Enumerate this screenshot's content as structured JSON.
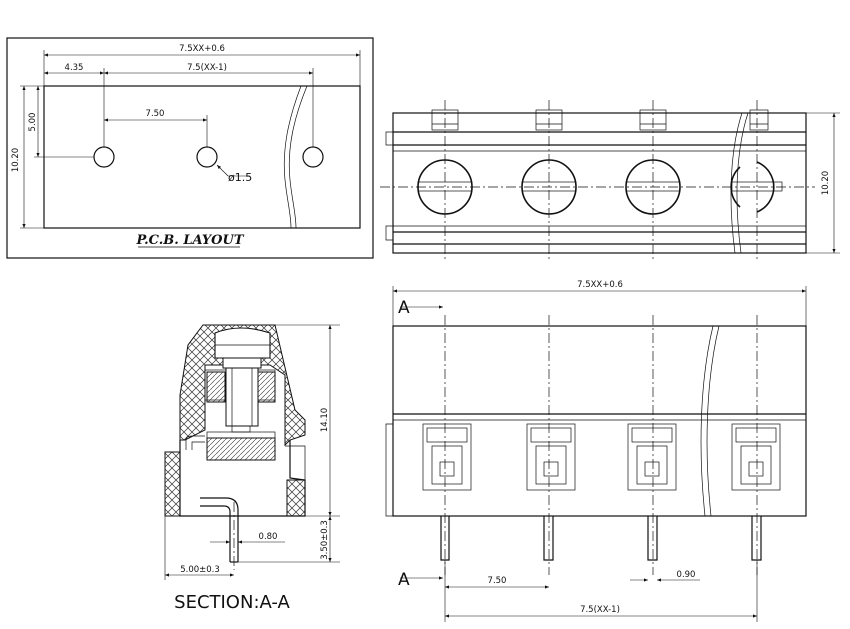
{
  "pcb_layout": {
    "title": "P.C.B. LAYOUT",
    "dim_overall": "7.5XX+0.6",
    "dim_offset": "4.35",
    "dim_pitch_span": "7.5(XX-1)",
    "dim_pitch": "7.50",
    "dim_row": "5.00",
    "dim_height": "10.20",
    "dim_hole": "ø1.5"
  },
  "top_view": {
    "dim_height": "10.20"
  },
  "section": {
    "title": "SECTION:A-A",
    "dim_height": "14.10",
    "dim_pin_length": "3.50±0.3",
    "dim_pin_width": "0.80",
    "dim_offset": "5.00±0.3"
  },
  "front_view": {
    "dim_overall": "7.5XX+0.6",
    "marker_top": "A",
    "marker_bottom": "A",
    "dim_pitch": "7.50",
    "dim_pin": "0.90",
    "dim_pitch_span": "7.5(XX-1)"
  }
}
